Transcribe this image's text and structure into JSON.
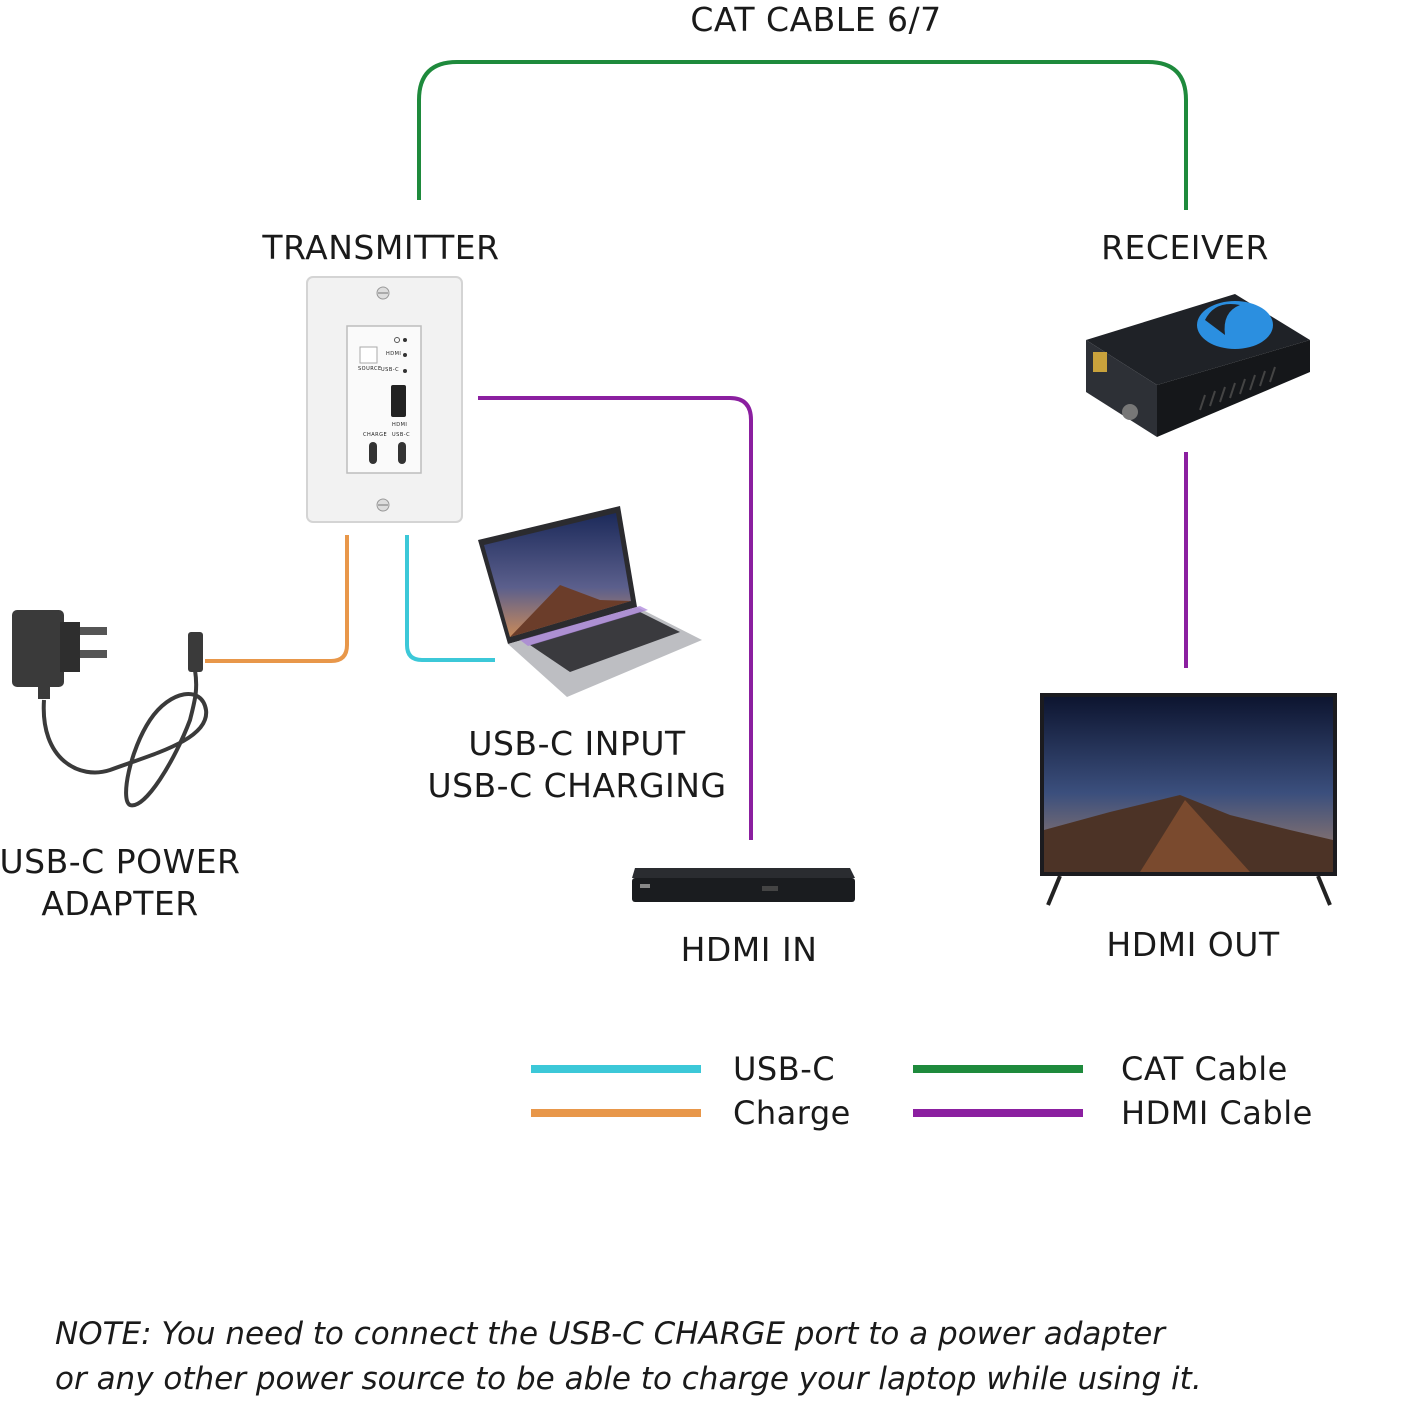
{
  "labels": {
    "cat_cable": "CAT CABLE 6/7",
    "transmitter": "TRANSMITTER",
    "receiver": "RECEIVER",
    "usb_c_input": "USB-C INPUT\nUSB-C CHARGING",
    "power_adapter": "USB-C POWER\nADAPTER",
    "hdmi_in": "HDMI IN",
    "hdmi_out": "HDMI OUT"
  },
  "wallplate": {
    "source": "SOURCE",
    "hdmi_led": "HDMI",
    "usbc_led": "USB-C",
    "hdmi_port": "HDMI",
    "charge": "CHARGE",
    "usbc_port": "USB-C"
  },
  "legend": [
    {
      "label": "USB-C",
      "color": "#3cc8d8"
    },
    {
      "label": "Charge",
      "color": "#e8974a"
    },
    {
      "label": "CAT Cable",
      "color": "#1e8a3c"
    },
    {
      "label": "HDMI Cable",
      "color": "#8b1fa0"
    }
  ],
  "note": "NOTE: You need to connect the USB-C CHARGE port to a power adapter\nor any other power source to be able to charge your laptop while using it.",
  "colors": {
    "usb_c": "#3cc8d8",
    "charge": "#e8974a",
    "cat": "#1e8a3c",
    "hdmi": "#8b1fa0"
  }
}
